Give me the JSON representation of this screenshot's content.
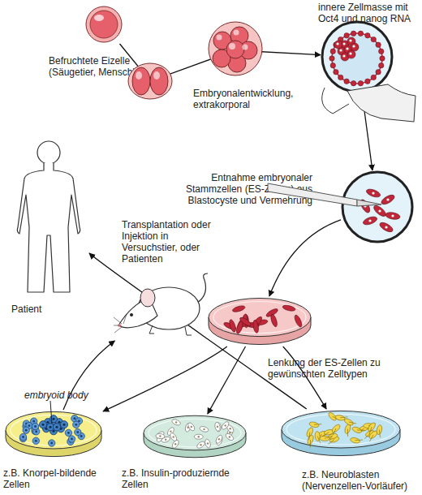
{
  "diagram": {
    "nodes": [
      {
        "text": [
          "Befruchtete Eizelle (Säugetier, Mensch)"
        ]
      },
      {
        "text": [
          "innere Zellmasse mit Oct4 und nanog RNA"
        ]
      },
      {
        "text": [
          "Entnahme embryonaler Stammzellen (ES-Zellen) aus Blastocyste und Vermehrung"
        ]
      },
      {
        "text": [
          "Lenkung der ES-Zellen zu gewünschten Zelltypen"
        ]
      },
      {
        "text": [
          "z.B. Knorpel-bildende Zellen"
        ]
      },
      {
        "text": [
          "z.B. Insulin-produziernde Zellen"
        ]
      },
      {
        "text": [
          "z.B. Neuroblasten (Nervenzellen-Vorläufer)"
        ]
      },
      {
        "text": [
          "Transplantation oder Injektion in Versuchstier, oder Patienten"
        ]
      },
      {
        "text": [
          "Patient"
        ]
      }
    ],
    "edges": [
      {
        "from": 0,
        "to": 1,
        "label": "Embryonalentwicklung, extrakorporal",
        "arrow": "to"
      },
      {
        "from": 1,
        "to": 2,
        "arrow": "to"
      },
      {
        "from": 2,
        "to": 3,
        "arrow": "to"
      },
      {
        "from": 3,
        "to": 4,
        "arrow": "to"
      },
      {
        "from": 3,
        "to": 5,
        "arrow": "to"
      },
      {
        "from": 3,
        "to": 6,
        "arrow": "to"
      },
      {
        "from": 4,
        "to": 7,
        "arrow": "to"
      },
      {
        "from": 6,
        "to": 8,
        "arrow": "to"
      }
    ],
    "labels": [
      "embryoid body"
    ]
  }
}
